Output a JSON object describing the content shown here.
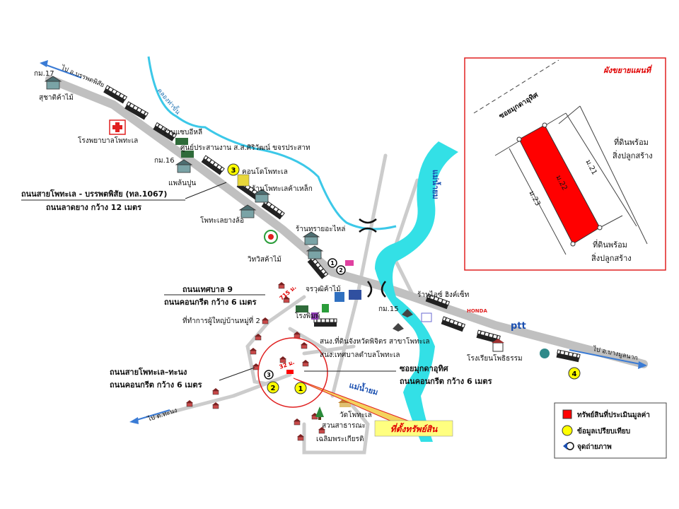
{
  "colors": {
    "river": "#33e0e6",
    "canal": "#3cc8e8",
    "highway": "#c0c0c0",
    "local_road": "#cccccc",
    "subject": "#ff0000",
    "comparable": "#ffff00",
    "arrow": "#3a7bd5",
    "circle": "#e02020",
    "house": "#b04040",
    "label_red": "#e00000"
  },
  "roads": {
    "main_label_1": "ถนนสายโพทะเล - บรรพตพิสัย (ทล.1067)",
    "main_label_2": "ถนนลาดยาง กว้าง 12 เมตร",
    "muni_1": "ถนนเทศบาล 9",
    "muni_2": "ถนนคอนกรีต กว้าง 6 เมตร",
    "local_1": "ถนนสายโพทะเล–ทะนง",
    "local_2": "ถนนคอนกรีต กว้าง 6 เมตร",
    "soi_1": "ซอยมุกดาอุทิศ",
    "soi_2": "ถนนคอนกรีต กว้าง 6 เมตร"
  },
  "directions": {
    "to_banphot": "ไป อ.บรรพตพิสัย",
    "to_bangmun": "ไป อ.บางมูลนาก",
    "to_thanong": "ไป ต.ทะนง"
  },
  "water": {
    "canal": "คลองท่าขั้น",
    "river_north": "แม่น้ำยม",
    "river_south": "แม่น้ำยม"
  },
  "km_markers": {
    "km17": "กม.17",
    "km16": "กม.16",
    "km15": "กม.15"
  },
  "distances": {
    "d715": "715 ม.",
    "d32": "32 ม."
  },
  "places": {
    "sushart": "สุชาติค้าไม้",
    "hospital": "โรงพยาบาลโพทะเล",
    "shop_sab": "ร้านแซบอีหลี",
    "center": "ศูนย์ประสานงาน ส.ส.ศิริวัฒน์ ขจรประสาท",
    "phaenpun": "แพล้นปูน",
    "condo": "คอนโดโพทะเล",
    "steel": "ร้านโพทะเลค้าเหล็ก",
    "tyre": "โพทะเลยางล้อ",
    "sai": "ร้านทรายอะไหล่",
    "wiwit": "วิทวิสค้าไม้",
    "jarawut": "จรวุฒิค้าไม้",
    "printing": "โรงพิมพ์",
    "headman": "ที่ทำการผู้ใหญ่บ้านหมู่ที่ 2",
    "land_office": "สนง.ที่ดินจังหวัดพิจิตร สาขาโพทะเล",
    "muni_office": "สนง.เทศบาลตำบลโพทะเล",
    "ice": "ร้านไอซ์ ฮิงค์เซ็ท",
    "school": "โรงเรียนโพธิธรรม",
    "honda": "HONDA",
    "ptt": "ptt",
    "temple": "วัดโพทะเล",
    "park_1": "สวนสาธารณะ",
    "park_2": "เฉลิมพระเกียรติ",
    "property": "ที่ตั้งทรัพย์สิน"
  },
  "markers": {
    "c1": "1",
    "c2": "2",
    "c3": "3",
    "c4": "4",
    "v1": "1",
    "v2": "2",
    "v3": "3"
  },
  "inset": {
    "title": "ผังขยายแผนที่",
    "soi": "ซอยมุกดาอุทิศ",
    "land_top_1": "ที่ดินพร้อม",
    "land_top_2": "สิ่งปลูกสร้าง",
    "land_bot_1": "ที่ดินพร้อม",
    "land_bot_2": "สิ่งปลูกสร้าง",
    "side_22": "ม.22",
    "side_21": "ม.21",
    "side_23": "ม.23"
  },
  "legend": {
    "subject": "ทรัพย์สินที่ประเมินมูลค่า",
    "comparable": "ข้อมูลเปรียบเทียบ",
    "viewpoint": "จุดถ่ายภาพ"
  }
}
